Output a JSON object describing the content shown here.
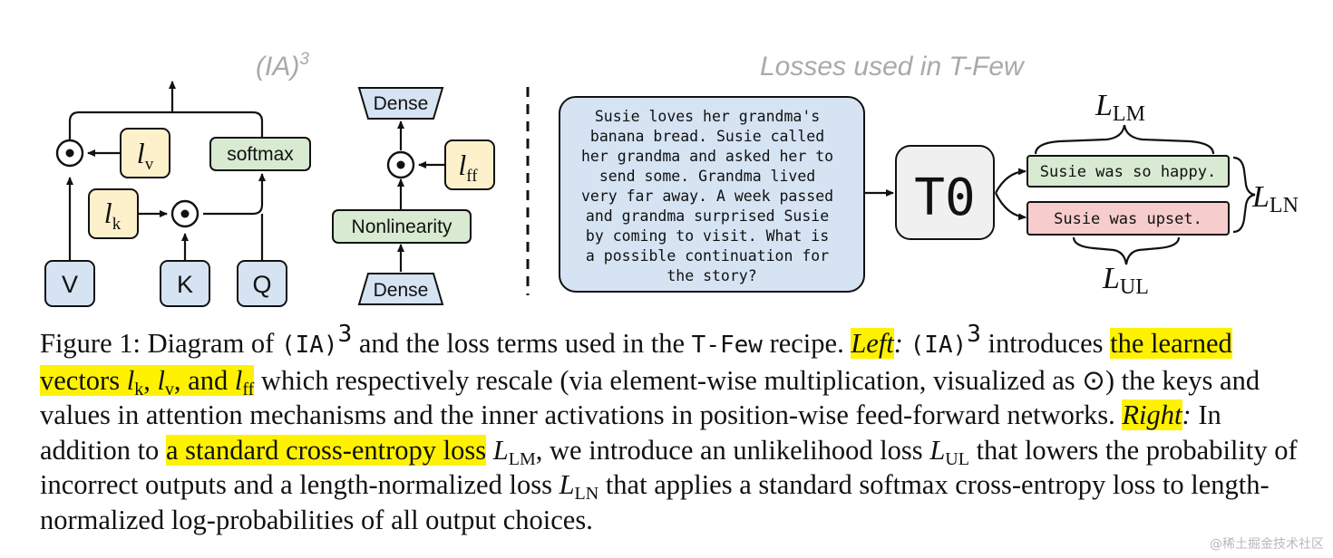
{
  "left_title": "(IA)",
  "left_title_exp": "3",
  "right_title": "Losses used in T-Few",
  "nodes": {
    "lv": "l",
    "lv_sub": "v",
    "lk": "l",
    "lk_sub": "k",
    "lff": "l",
    "lff_sub": "ff",
    "softmax": "softmax",
    "v": "V",
    "k": "K",
    "q": "Q",
    "dense_top": "Dense",
    "nonlinearity": "Nonlinearity",
    "dense_bottom": "Dense",
    "t0": "T0",
    "dot": "⊙"
  },
  "prompt_lines": [
    "Susie loves her grandma's",
    "banana bread. Susie called",
    "her grandma and asked her to",
    "send some. Grandma lived",
    "very far away. A week passed",
    "and grandma surprised Susie",
    "by coming to visit. What is",
    "a possible continuation for",
    "the story?"
  ],
  "outputs": {
    "correct": "Susie was so happy.",
    "incorrect": "Susie was upset."
  },
  "losses": {
    "lm": "L",
    "lm_sub": "LM",
    "ln": "L",
    "ln_sub": "LN",
    "ul": "L",
    "ul_sub": "UL"
  },
  "caption": {
    "s1": "Figure 1: Diagram of ",
    "ia": "(IA)",
    "ia_exp": "3",
    "s2": " and the loss terms used in the ",
    "tfew": "T-Few",
    "s3": " recipe. ",
    "left": "Left",
    "colon1": ": ",
    "s4": " introduces ",
    "hl1": "the learned vectors ",
    "lk": "l",
    "lk_sub": "k",
    "comma1": ", ",
    "lv": "l",
    "lv_sub": "v",
    "and": ", and ",
    "lff": "l",
    "lff_sub": "ff",
    "s5": " which respectively rescale (via element-wise multiplication, visualized as ⊙) the keys and values in attention mechanisms and the inner activations in position-wise feed-forward networks. ",
    "right": "Right",
    "colon2": ": ",
    "s6": "In addition to ",
    "hl2": "a standard cross-entropy loss",
    "s7": " ",
    "llm": "L",
    "llm_sub": "LM",
    "s8": ", we introduce an unlikelihood loss ",
    "lul": "L",
    "lul_sub": "UL",
    "s9": " that lowers the probability of incorrect outputs and a length-normalized loss ",
    "lln": "L",
    "lln_sub": "LN",
    "s10": " that applies a standard ",
    "softmax": "softmax",
    "s11": " cross-entropy loss to length-normalized log-probabilities of all output choices."
  },
  "watermark": "@稀土掘金技术社区",
  "colors": {
    "blue_fill": "#d5e3f3",
    "yellow_fill": "#fdf1cc",
    "green_fill": "#d8ead2",
    "red_fill": "#f6cccc",
    "gray_fill": "#f0f0f0",
    "title_gray": "#a9a9a9",
    "highlight": "#fff200"
  }
}
